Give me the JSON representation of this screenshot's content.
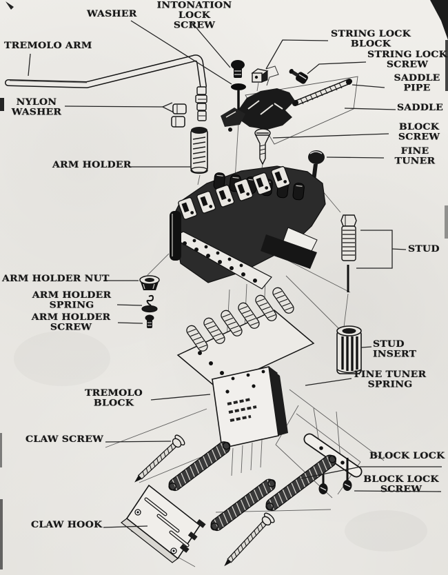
{
  "diagram": {
    "kind": "exploded-parts-diagram",
    "subject": "guitar locking tremolo bridge assembly",
    "labels": {
      "tremolo_arm": "TREMOLO ARM",
      "washer": "WASHER",
      "intonation_lock_screw": "INTONATION LOCK\nSCREW",
      "nylon_washer": "NYLON\nWASHER",
      "string_lock_block": "STRING LOCK\nBLOCK",
      "string_lock_screw": "STRING LOCK\nSCREW",
      "saddle_pipe": "SADDLE\nPIPE",
      "saddle": "SADDLE",
      "block_screw": "BLOCK\nSCREW",
      "fine_tuner": "FINE\nTUNER",
      "arm_holder": "ARM HOLDER",
      "stud": "STUD",
      "arm_holder_nut": "ARM HOLDER NUT",
      "arm_holder_spring": "ARM HOLDER\nSPRING",
      "arm_holder_screw": "ARM HOLDER\nSCREW",
      "stud_insert": "STUD INSERT",
      "fine_tuner_spring": "FINE TUNER\nSPRING",
      "tremolo_block": "TREMOLO\nBLOCK",
      "claw_screw": "CLAW SCREW",
      "block_lock": "BLOCK LOCK",
      "block_lock_screw": "BLOCK LOCK\nSCREW",
      "claw_hook": "CLAW HOOK"
    },
    "ink_color": "#1a1a1a",
    "paper_color": "#edebe6"
  }
}
